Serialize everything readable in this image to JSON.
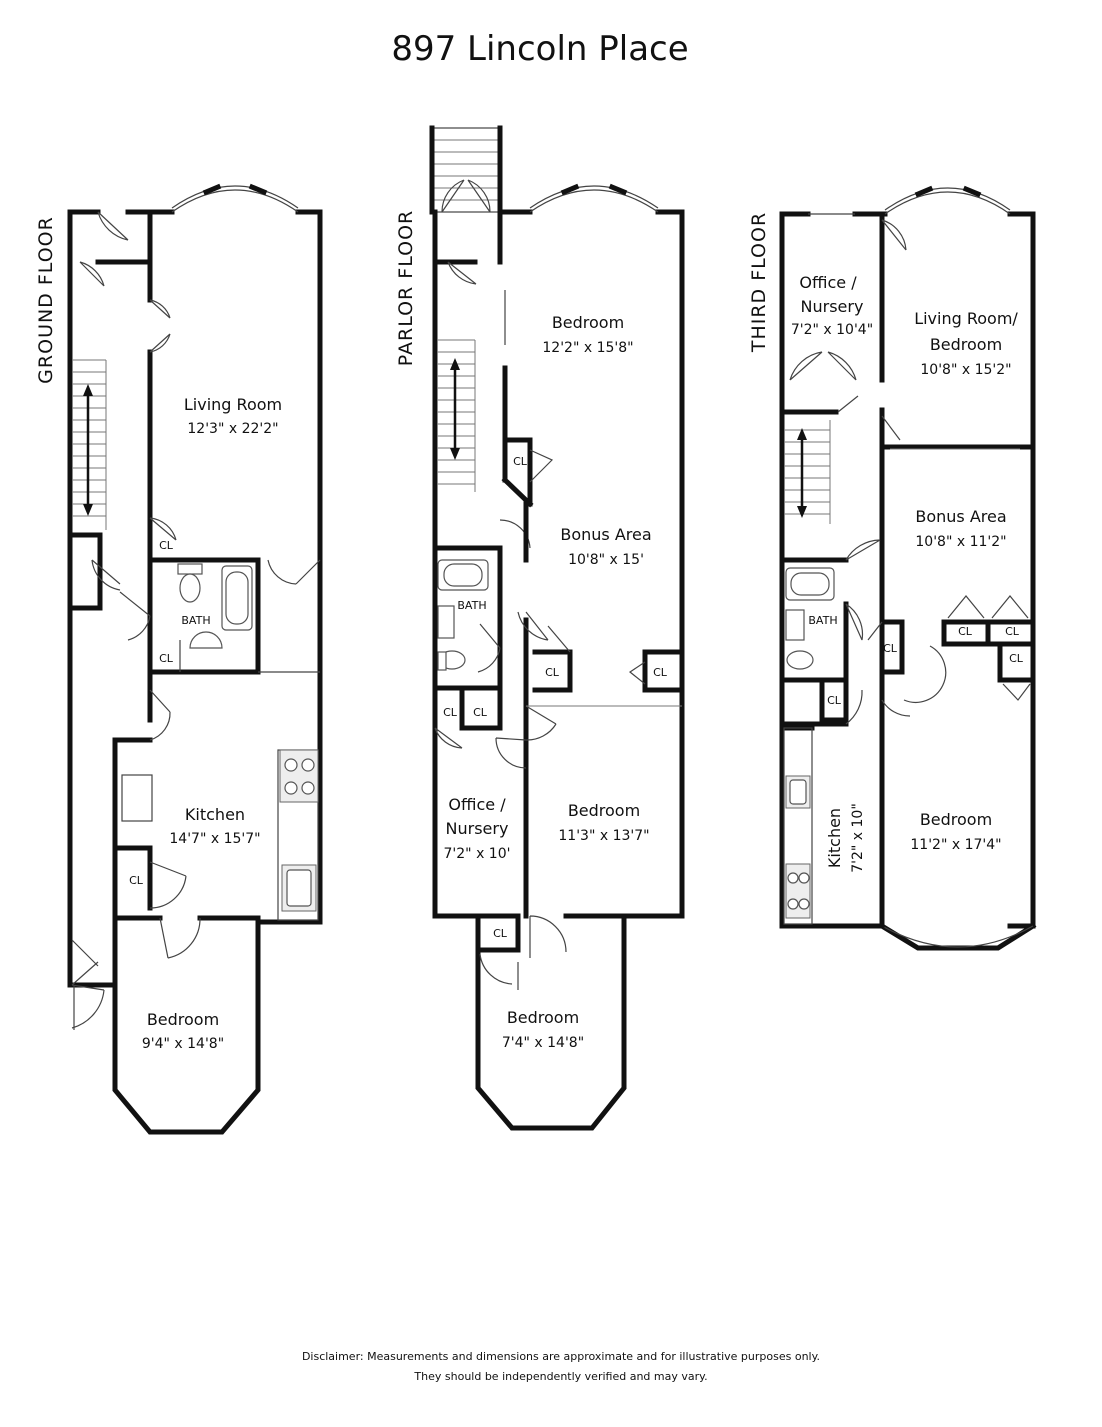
{
  "title": "897 Lincoln Place",
  "floors": [
    {
      "name": "GROUND FLOOR",
      "rooms": [
        {
          "name": "Living Room",
          "dims": "12'3\" x 22'2\""
        },
        {
          "name": "Kitchen",
          "dims": "14'7\" x 15'7\""
        },
        {
          "name": "Bedroom",
          "dims": "9'4\" x 14'8\""
        }
      ],
      "bath": "BATH",
      "closets": [
        "CL",
        "CL",
        "CL"
      ]
    },
    {
      "name": "PARLOR FLOOR",
      "rooms": [
        {
          "name": "Bedroom",
          "dims": "12'2\" x 15'8\""
        },
        {
          "name": "Bonus Area",
          "dims": "10'8\" x 15'"
        },
        {
          "name": "Bedroom",
          "dims": "11'3\" x 13'7\""
        },
        {
          "name_lines": [
            "Office /",
            "Nursery"
          ],
          "dims": "7'2\" x 10'"
        },
        {
          "name": "Bedroom",
          "dims": "7'4\" x 14'8\""
        }
      ],
      "bath": "BATH",
      "closets": [
        "CL",
        "CL",
        "CL",
        "CL",
        "CL",
        "CL"
      ]
    },
    {
      "name": "THIRD FLOOR",
      "rooms": [
        {
          "name_lines": [
            "Office /",
            "Nursery"
          ],
          "dims": "7'2\" x 10'4\""
        },
        {
          "name_lines": [
            "Living Room/",
            "Bedroom"
          ],
          "dims": "10'8\" x 15'2\""
        },
        {
          "name": "Bonus Area",
          "dims": "10'8\" x 11'2\""
        },
        {
          "name": "Bedroom",
          "dims": "11'2\" x 17'4\""
        },
        {
          "name": "Kitchen",
          "dims": "7'2\" x 10\""
        }
      ],
      "bath": "BATH",
      "closets": [
        "CL",
        "CL",
        "CL",
        "CL",
        "CL"
      ]
    }
  ],
  "disclaimer": [
    "Disclaimer: Measurements and dimensions are approximate and for illustrative purposes only.",
    "They should be independently verified and may vary."
  ]
}
